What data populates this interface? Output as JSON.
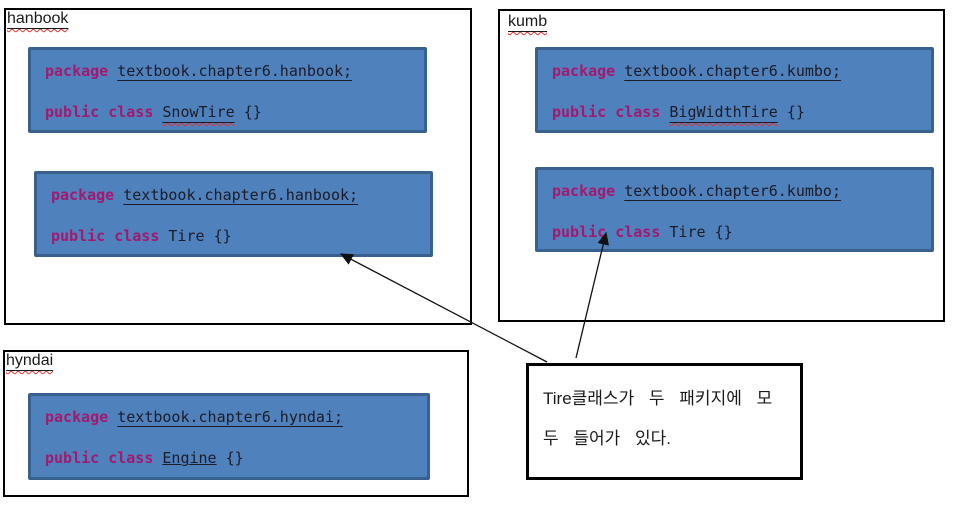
{
  "packages": [
    {
      "label": "hanbook",
      "classes": [
        {
          "keyword": "package",
          "path": "textbook.chapter6.hanbook;",
          "modifier": "public class",
          "class_name": "SnowTire",
          "braces": "{}"
        },
        {
          "keyword": "package",
          "path": "textbook.chapter6.hanbook;",
          "modifier": "public class",
          "class_name": "Tire",
          "braces": "{}"
        }
      ]
    },
    {
      "label": "kumb",
      "classes": [
        {
          "keyword": "package",
          "path": "textbook.chapter6.kumbo;",
          "modifier": "public class",
          "class_name": "BigWidthTire",
          "braces": "{}"
        },
        {
          "keyword": "package",
          "path": "textbook.chapter6.kumbo;",
          "modifier": "public class",
          "class_name": "Tire",
          "braces": "{}"
        }
      ]
    },
    {
      "label": "hyndai",
      "classes": [
        {
          "keyword": "package",
          "path": "textbook.chapter6.hyndai;",
          "modifier": "public class",
          "class_name": "Engine",
          "braces": "{}"
        }
      ]
    }
  ],
  "callout": {
    "line1": "Tire클래스가 두 패키지에 모",
    "line2": "두 들어가 있다."
  },
  "colors": {
    "code_box_fill": "#4f81bd",
    "code_box_border": "#38618f",
    "keyword": "#a3196f",
    "code_text": "#1c1c28",
    "squiggle_red": "#e03434",
    "underline_blue": "#3f6fc4",
    "outline_black": "#000000"
  }
}
